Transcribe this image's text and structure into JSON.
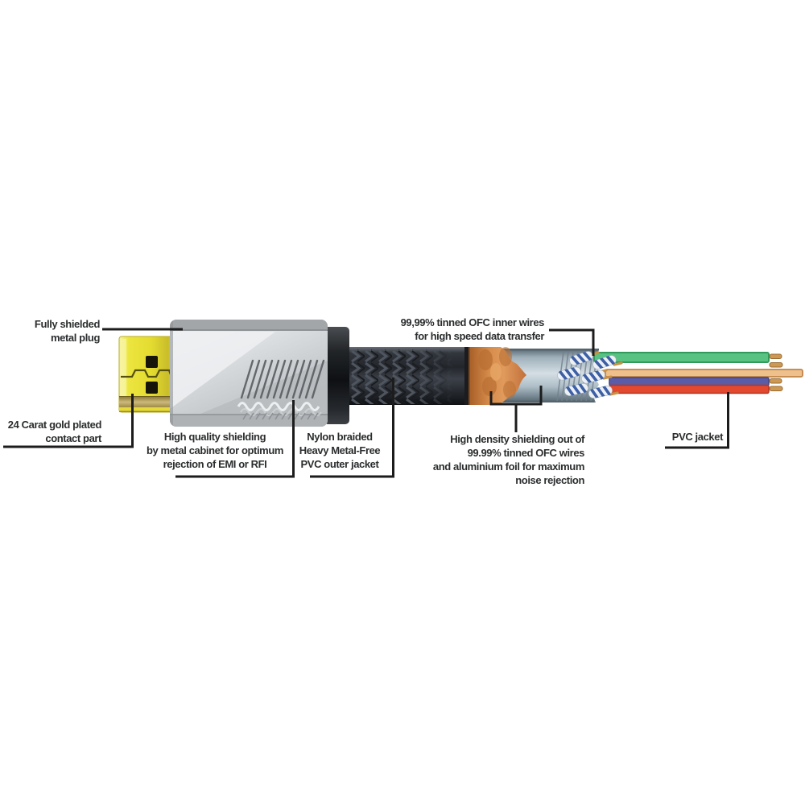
{
  "diagram_labels": {
    "plug": {
      "lines": [
        "Fully shielded",
        "metal plug"
      ]
    },
    "contact": {
      "lines": [
        "24 Carat gold plated",
        "contact part"
      ]
    },
    "housing_shielding": {
      "lines": [
        "High quality shielding",
        "by metal cabinet for optimum",
        "rejection of EMI or RFI"
      ]
    },
    "outer_jacket": {
      "lines": [
        "Nylon braided",
        "Heavy Metal-Free",
        "PVC outer jacket"
      ]
    },
    "inner_wires": {
      "lines": [
        "99,99% tinned OFC inner wires",
        "for high speed data transfer"
      ]
    },
    "density_shielding": {
      "lines": [
        "High density shielding out of",
        "99.99% tinned OFC wires",
        "and aluminium foil for maximum",
        "noise rejection"
      ]
    },
    "pvc_jacket": {
      "lines": [
        "PVC jacket"
      ]
    }
  },
  "colors": {
    "background": "#ffffff",
    "label_text": "#2b2d2e",
    "leader_line": "#1c1c1c",
    "connector_gold": "#e6dd35",
    "contact_band": "#b49b54",
    "housing_metal": "#d6d9db",
    "strain_relief_black": "#1e2023",
    "jacket_black": "#26292e",
    "copper_shield": "#d68c4a",
    "aluminium_foil": "#c2cfd7",
    "pair_stripe_blue": "#3c5fa6",
    "wire_green": "#58c283",
    "wire_orange": "#eec08b",
    "wire_blue": "#5b5ca8",
    "wire_red": "#e2492f",
    "wire_copper": "#cd9851"
  }
}
